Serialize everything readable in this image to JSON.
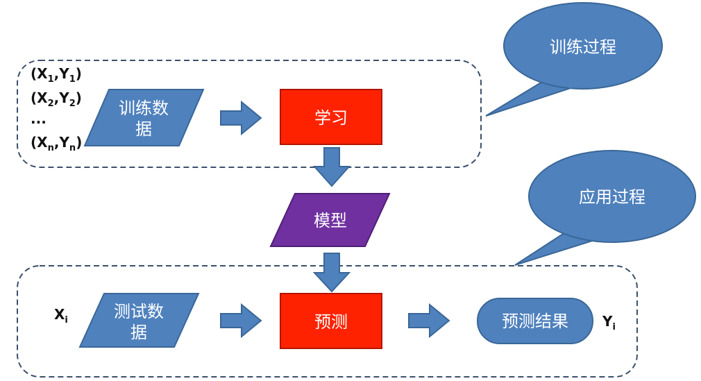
{
  "callouts": {
    "training": "训练过程",
    "application": "应用过程"
  },
  "training": {
    "pairs": {
      "p1": {
        "x_base": "X",
        "x_sub": "1",
        "y_base": "Y",
        "y_sub": "1"
      },
      "p2": {
        "x_base": "X",
        "x_sub": "2",
        "y_base": "Y",
        "y_sub": "2"
      },
      "ellipsis": "...",
      "pn": {
        "x_base": "X",
        "x_sub": "n",
        "y_base": "Y",
        "y_sub": "n"
      }
    },
    "data_line1": "训练数",
    "data_line2": "据",
    "learn": "学习"
  },
  "model": "模型",
  "application": {
    "input": {
      "base": "X",
      "sub": "i"
    },
    "data_line1": "测试数",
    "data_line2": "据",
    "predict": "预测",
    "result": "预测结果",
    "output": {
      "base": "Y",
      "sub": "i"
    }
  },
  "colors": {
    "blue_fill": "#4F81BD",
    "blue_stroke": "#3A6797",
    "red_fill": "#FF2200",
    "purple_fill": "#7030A0",
    "dash_stroke": "#3B4F6B"
  }
}
